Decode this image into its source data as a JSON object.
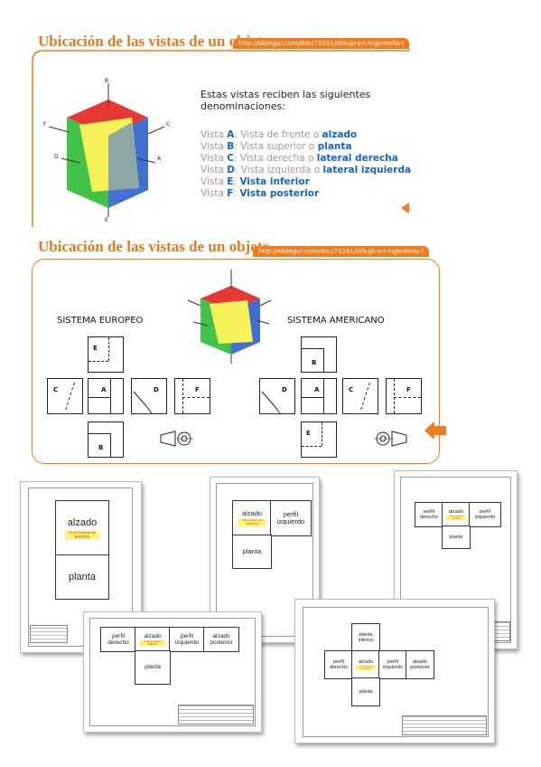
{
  "slide1": {
    "title": "Ubicación de las vistas de un objeto",
    "url": "http://slidegur.com/doc/73291/dibujo-en-ingenieria-i",
    "cube_labels": {
      "a": "A",
      "b": "B",
      "c": "C",
      "d": "D",
      "e": "E",
      "f": "F"
    },
    "intro": "Estas vistas reciben las siguientes denominaciones:",
    "views": [
      {
        "letter": "A",
        "prefix": "Vista ",
        "colon": ": ",
        "desc": "Vista de frente o ",
        "name": "alzado"
      },
      {
        "letter": "B",
        "prefix": "Vista ",
        "colon": ": ",
        "desc": "Vista superior o ",
        "name": "planta"
      },
      {
        "letter": "C",
        "prefix": "Vista ",
        "colon": ": ",
        "desc": "Vista derecha o ",
        "name": "lateral derecha"
      },
      {
        "letter": "D",
        "prefix": "Vista ",
        "colon": ": ",
        "desc": "Vista izquierda o ",
        "name": "lateral izquierda"
      },
      {
        "letter": "E",
        "prefix": "Vista ",
        "colon": ": ",
        "desc": "",
        "name": "Vista inferior"
      },
      {
        "letter": "F",
        "prefix": "Vista ",
        "colon": ": ",
        "desc": "",
        "name": "Vista posterior"
      }
    ]
  },
  "slide2": {
    "title": "Ubicación de las vistas de un objeto",
    "url": "http://slidegur.com/doc/73291/dibujo-en-ingenieria-i",
    "european": "SISTEMA EUROPEO",
    "american": "SISTEMA AMERICANO",
    "eu_views": {
      "e": "E",
      "c": "C",
      "a": "A",
      "d": "D",
      "f": "F",
      "b": "B"
    },
    "us_views": {
      "b": "B",
      "d": "D",
      "a": "A",
      "c": "C",
      "f": "F",
      "e": "E"
    }
  },
  "sheets": {
    "s1": {
      "alzado": "alzado",
      "note": "Vista la pieza de FRENTE",
      "planta": "planta"
    },
    "s2": {
      "alzado": "alzado",
      "perfil": "perfil izquierdo",
      "note": "Vista la pieza de FRENTE",
      "planta": "planta"
    },
    "s3": {
      "perfil_der": "perfil derecho",
      "alzado": "alzado",
      "perfil_izq": "perfil izquierdo",
      "note": "Vista la pieza de FRENTE",
      "planta": "planta"
    },
    "s4": {
      "perfil_der": "perfil derecho",
      "alzado": "alzado",
      "perfil_izq": "perfil izquierdo",
      "posterior": "alzado posterior",
      "note": "Vista la pieza de FRENTE",
      "planta": "planta"
    },
    "s5": {
      "inferior": "planta inferior",
      "perfil_der": "perfil derecho",
      "alzado": "alzado",
      "perfil_izq": "perfil izquierdo",
      "posterior": "alzado posterior",
      "note": "Vista la pieza de FRENTE",
      "planta": "planta"
    }
  },
  "colors": {
    "accent": "#f07d1d",
    "title": "#e07a1f",
    "highlight": "#1565c0",
    "cube_red": "#e53935",
    "cube_green": "#43c24a",
    "cube_blue": "#3f6fd1",
    "cube_yellow": "#f5f25a"
  }
}
